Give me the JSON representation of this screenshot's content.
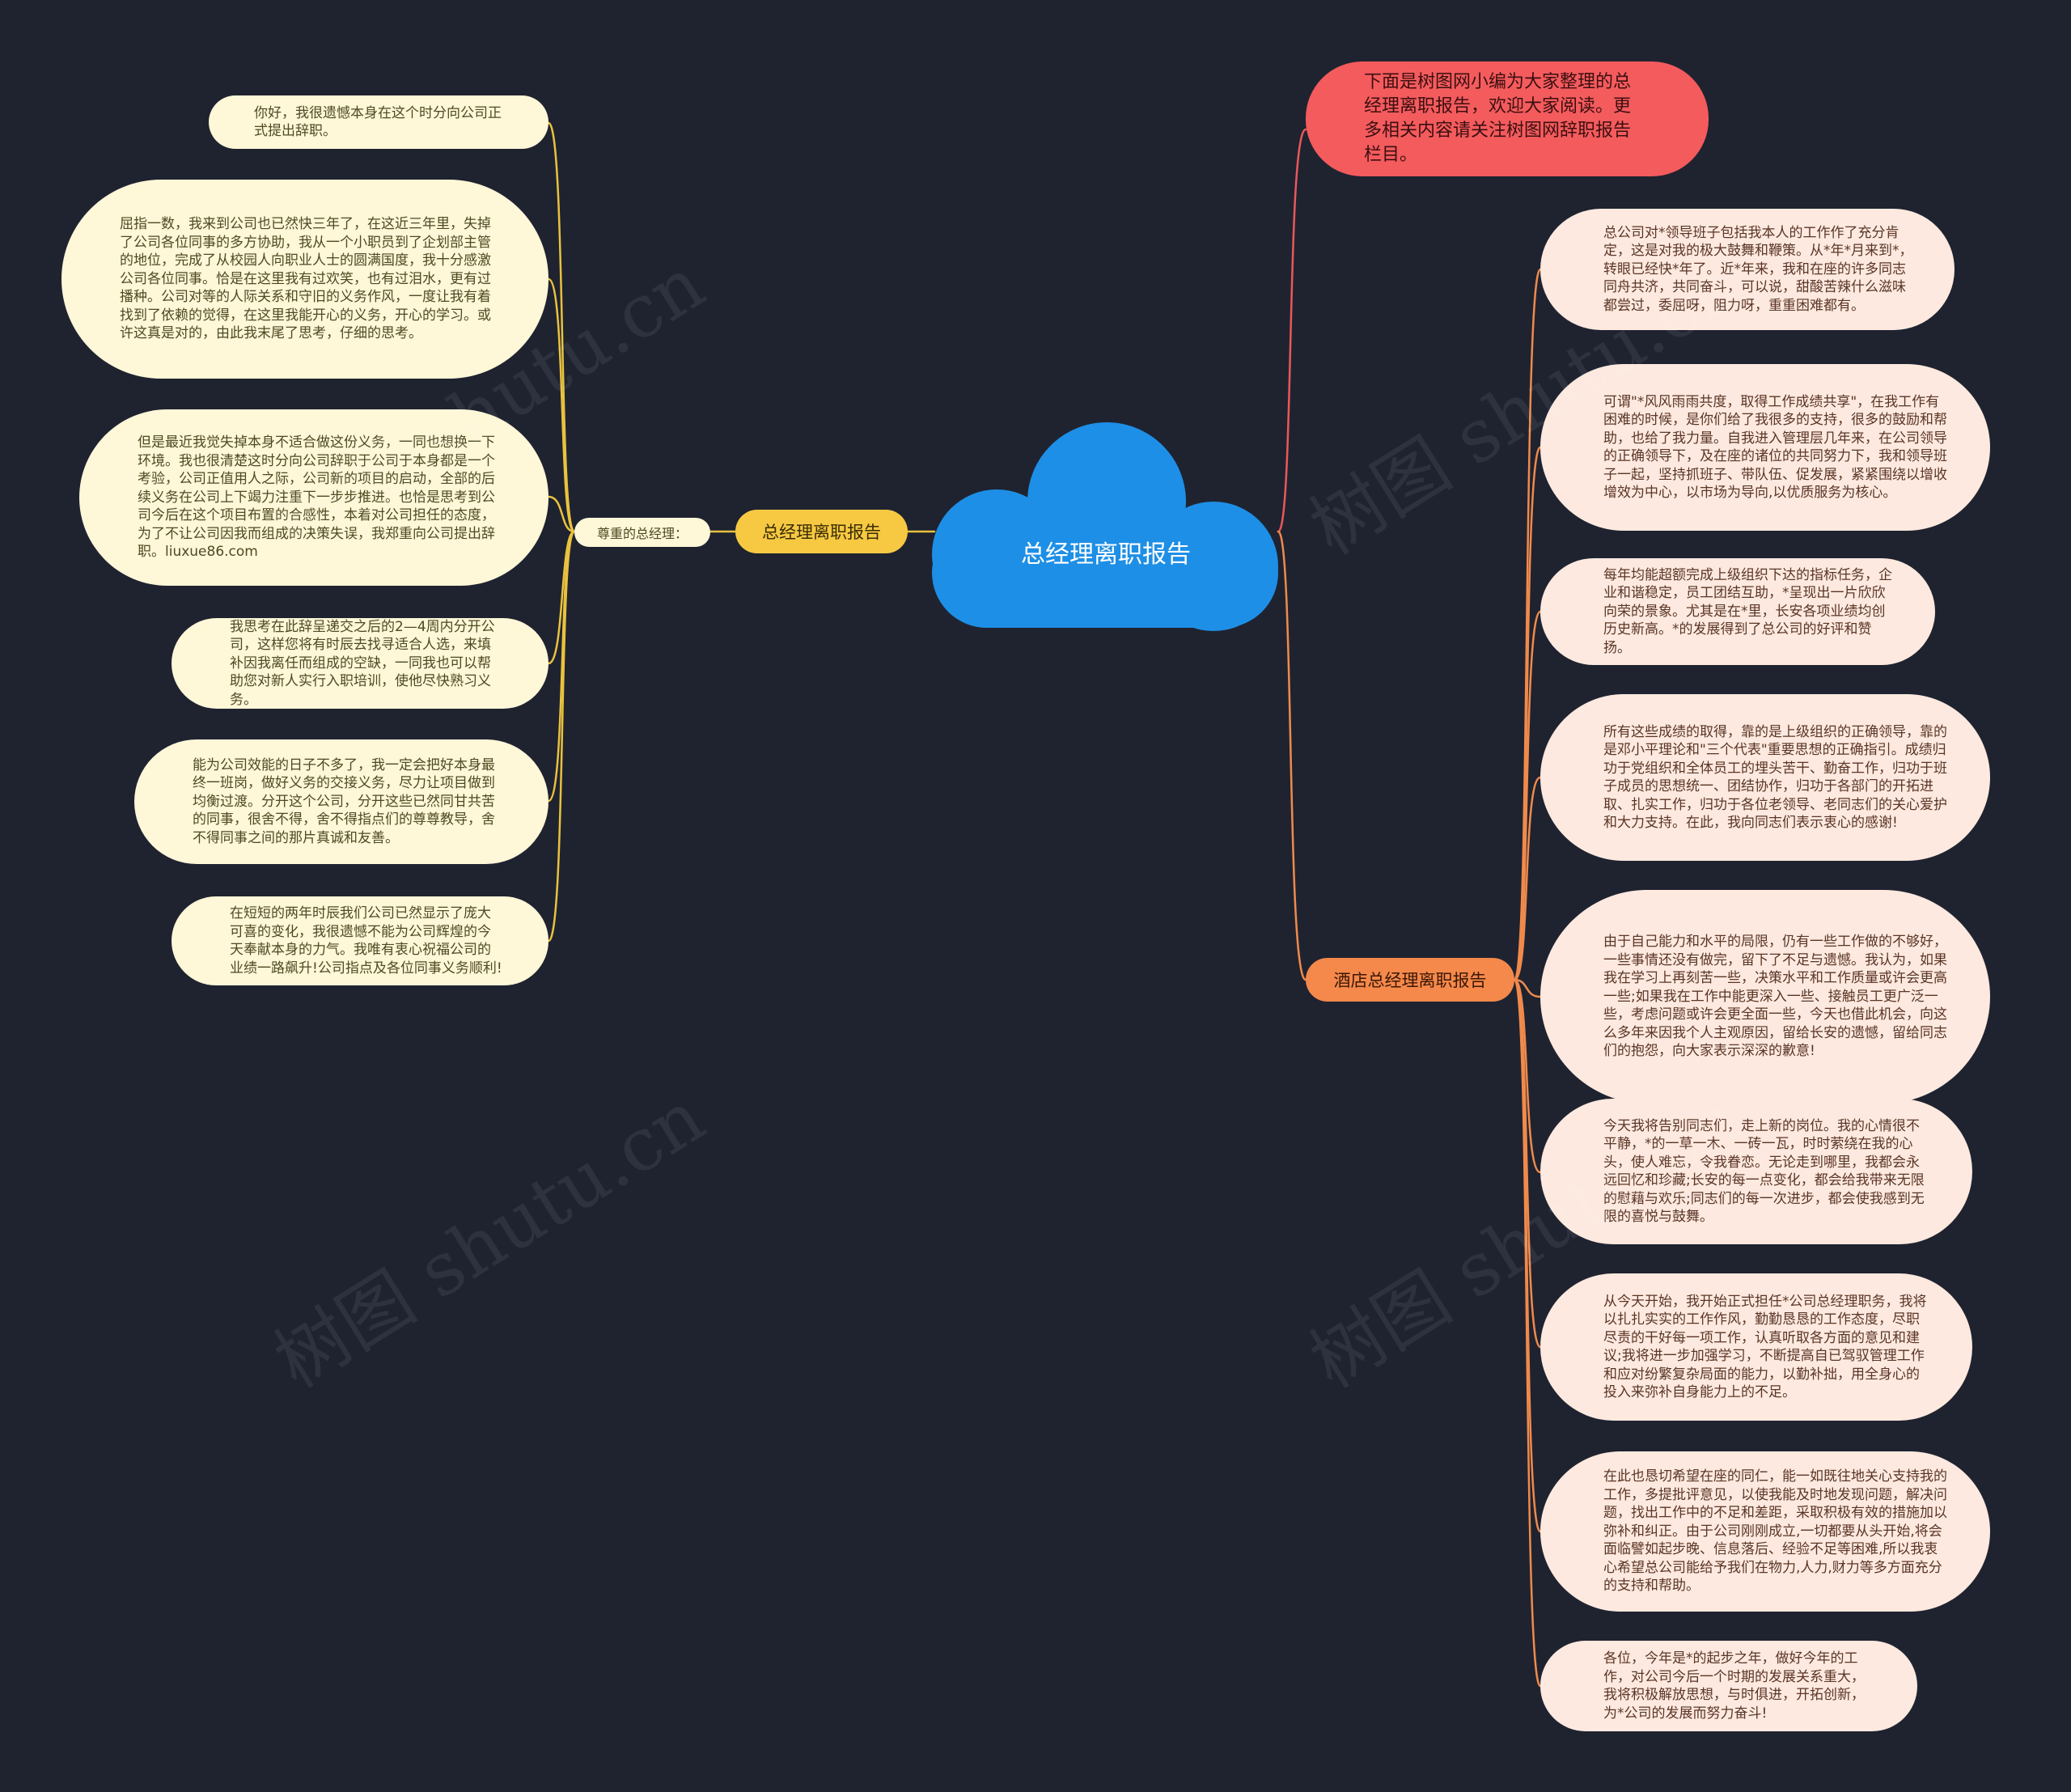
{
  "center": {
    "title": "总经理离职报告"
  },
  "intro": "下面是树图网小编为大家整理的总经理离职报告，欢迎大家阅读。更多相关内容请关注树图网辞职报告栏目。",
  "branch_left": {
    "label": "总经理离职报告",
    "sub": "尊重的总经理：",
    "items": [
      "你好，我很遗憾本身在这个时分向公司正式提出辞职。",
      "屈指一数，我来到公司也已然快三年了，在这近三年里，失掉了公司各位同事的多方协助，我从一个小职员到了企划部主管的地位，完成了从校园人向职业人士的圆满国度，我十分感激公司各位同事。恰是在这里我有过欢笑，也有过泪水，更有过播种。公司对等的人际关系和守旧的义务作风，一度让我有着找到了依赖的觉得，在这里我能开心的义务，开心的学习。或许这真是对的，由此我末尾了思考，仔细的思考。",
      "但是最近我觉失掉本身不适合做这份义务，一同也想换一下环境。我也很清楚这时分向公司辞职于公司于本身都是一个考验，公司正值用人之际，公司新的项目的启动，全部的后续义务在公司上下竭力注重下一步步推进。也恰是思考到公司今后在这个项目布置的合感性，本着对公司担任的态度，为了不让公司因我而组成的决策失误，我郑重向公司提出辞职。liuxue86.com",
      "我思考在此辞呈递交之后的2—4周内分开公司，这样您将有时辰去找寻适合人选，来填补因我离任而组成的空缺，一同我也可以帮助您对新人实行入职培训，使他尽快熟习义务。",
      "能为公司效能的日子不多了，我一定会把好本身最终一班岗，做好义务的交接义务，尽力让项目做到均衡过渡。分开这个公司，分开这些已然同甘共苦的同事，很舍不得，舍不得指点们的尊尊教导，舍不得同事之间的那片真诚和友善。",
      "在短短的两年时辰我们公司已然显示了庞大可喜的变化，我很遗憾不能为公司辉煌的今天奉献本身的力气。我唯有衷心祝福公司的业绩一路飙升!公司指点及各位同事义务顺利!"
    ]
  },
  "branch_right": {
    "label": "酒店总经理离职报告",
    "items": [
      "总公司对*领导班子包括我本人的工作作了充分肯定，这是对我的极大鼓舞和鞭策。从*年*月来到*，转眼已经快*年了。近*年来，我和在座的许多同志同舟共济，共同奋斗，可以说，甜酸苦辣什么滋味都尝过，委屈呀，阻力呀，重重困难都有。",
      "可谓\"*风风雨雨共度，取得工作成绩共享\"，在我工作有困难的时候，是你们给了我很多的支持，很多的鼓励和帮助，也给了我力量。自我进入管理层几年来，在公司领导的正确领导下，及在座的诸位的共同努力下，我和领导班子一起，坚持抓班子、带队伍、促发展，紧紧围绕以增收增效为中心，以市场为导向,以优质服务为核心。",
      "每年均能超额完成上级组织下达的指标任务，企业和谐稳定，员工团结互助，*呈现出一片欣欣向荣的景象。尤其是在*里，长安各项业绩均创历史新高。*的发展得到了总公司的好评和赞扬。",
      "所有这些成绩的取得，靠的是上级组织的正确领导，靠的是邓小平理论和\"三个代表\"重要思想的正确指引。成绩归功于党组织和全体员工的埋头苦干、勤奋工作，归功于班子成员的思想统一、团结协作，归功于各部门的开拓进取、扎实工作，归功于各位老领导、老同志们的关心爱护和大力支持。在此，我向同志们表示衷心的感谢!",
      "由于自己能力和水平的局限，仍有一些工作做的不够好，一些事情还没有做完，留下了不足与遗憾。我认为，如果我在学习上再刻苦一些，决策水平和工作质量或许会更高一些;如果我在工作中能更深入一些、接触员工更广泛一些，考虑问题或许会更全面一些，今天也借此机会，向这么多年来因我个人主观原因，留给长安的遗憾，留给同志们的抱怨，向大家表示深深的歉意!",
      "今天我将告别同志们，走上新的岗位。我的心情很不平静，*的一草一木、一砖一瓦，时时萦绕在我的心头，使人难忘，令我眷恋。无论走到哪里，我都会永远回忆和珍藏;长安的每一点变化，都会给我带来无限的慰藉与欢乐;同志们的每一次进步，都会使我感到无限的喜悦与鼓舞。",
      "从今天开始，我开始正式担任*公司总经理职务，我将以扎扎实实的工作作风，勤勤恳恳的工作态度，尽职尽责的干好每一项工作，认真听取各方面的意见和建议;我将进一步加强学习，不断提高自已驾驭管理工作和应对纷繁复杂局面的能力，以勤补拙，用全身心的投入来弥补自身能力上的不足。",
      "在此也恳切希望在座的同仁，能一如既往地关心支持我的工作，多提批评意见，以使我能及时地发现问题，解决问题，找出工作中的不足和差距，采取积极有效的措施加以弥补和纠正。由于公司刚刚成立,一切都要从头开始,将会面临譬如起步晚、信息落后、经验不足等困难,所以我衷心希望总公司能给予我们在物力,人力,财力等多方面充分的支持和帮助。",
      "各位，今年是*的起步之年，做好今年的工作，对公司今后一个时期的发展关系重大，我将积极解放思想，与时俱进，开拓创新，为*公司的发展而努力奋斗!"
    ]
  },
  "watermark": "树图 shutu.cn",
  "colors": {
    "background": "#1f2330",
    "cloud": "#1e8fe6",
    "branch_left": "#f7c942",
    "branch_right": "#f5894b",
    "intro": "#f45b5d",
    "leaf_left": "#fef7d8",
    "leaf_right": "#fde9df",
    "line_left": "#e9c23e",
    "line_right": "#f08a4b",
    "line_intro": "#e9585a"
  }
}
